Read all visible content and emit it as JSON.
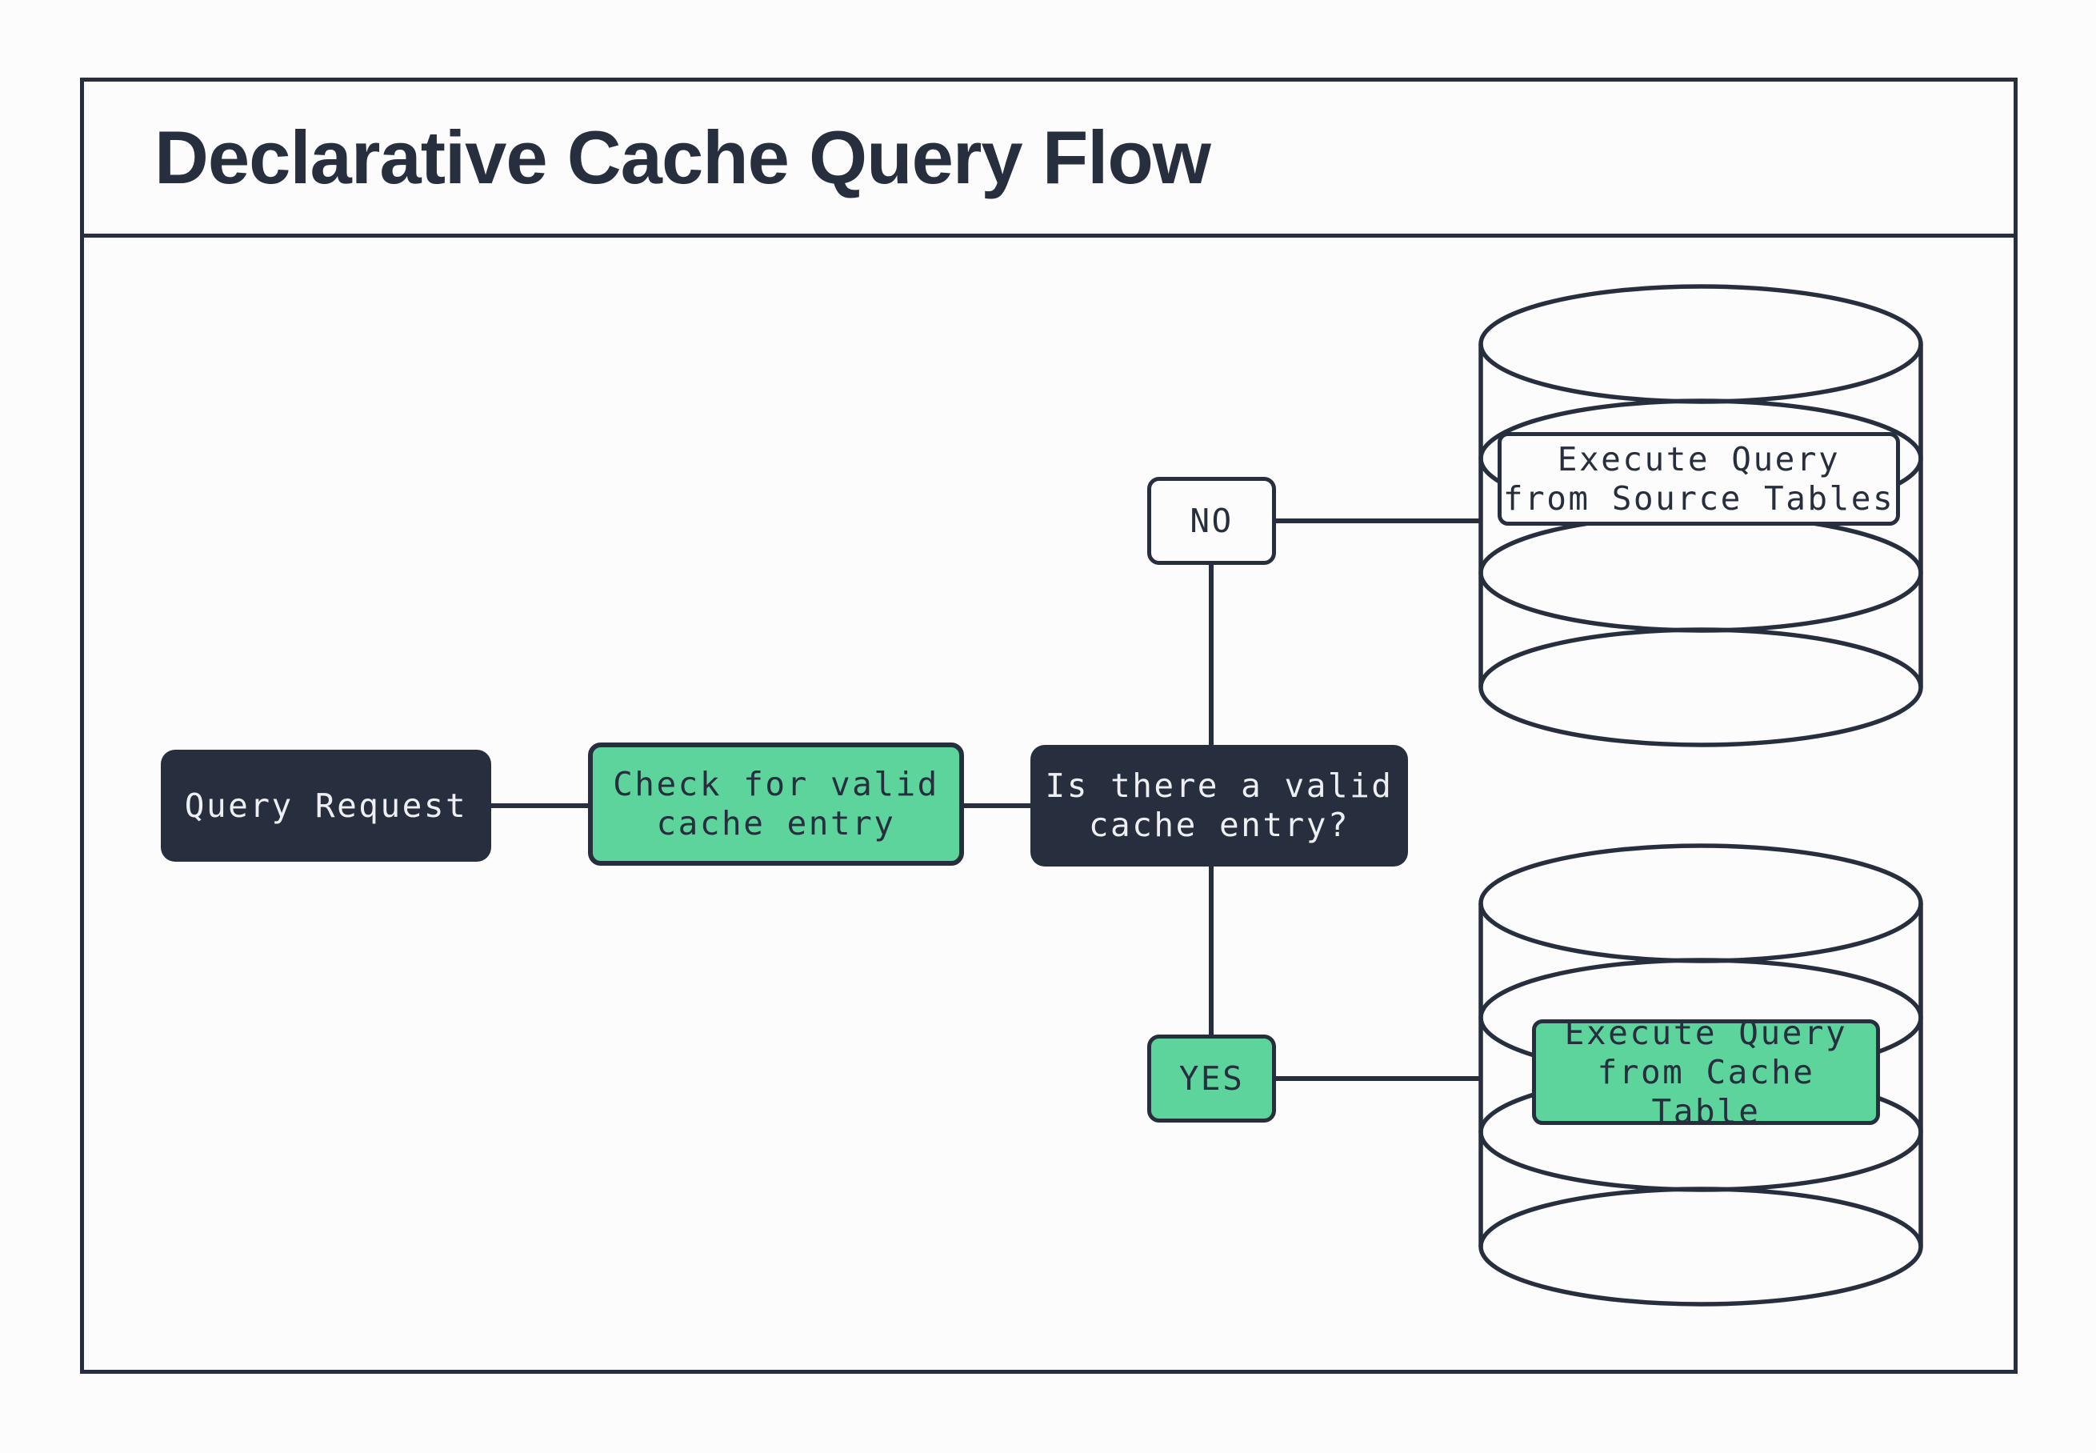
{
  "window": {
    "title": "Declarative Cache Query Flow"
  },
  "nodes": {
    "query_request": {
      "label": "Query Request"
    },
    "check_cache": {
      "label": "Check for valid\ncache entry"
    },
    "decision": {
      "label": "Is there a valid\ncache entry?"
    },
    "branch_no": {
      "label": "NO"
    },
    "branch_yes": {
      "label": "YES"
    },
    "execute_source": {
      "label": "Execute Query\nfrom Source Tables"
    },
    "execute_cache": {
      "label": "Execute Query\nfrom Cache Table"
    }
  },
  "icons": {
    "source_db": "database-cylinder-icon",
    "cache_db": "database-cylinder-icon"
  },
  "colors": {
    "navy": "#272e3e",
    "green": "#5cd49c",
    "bg": "#fcfcfc",
    "light": "#edeff2"
  }
}
